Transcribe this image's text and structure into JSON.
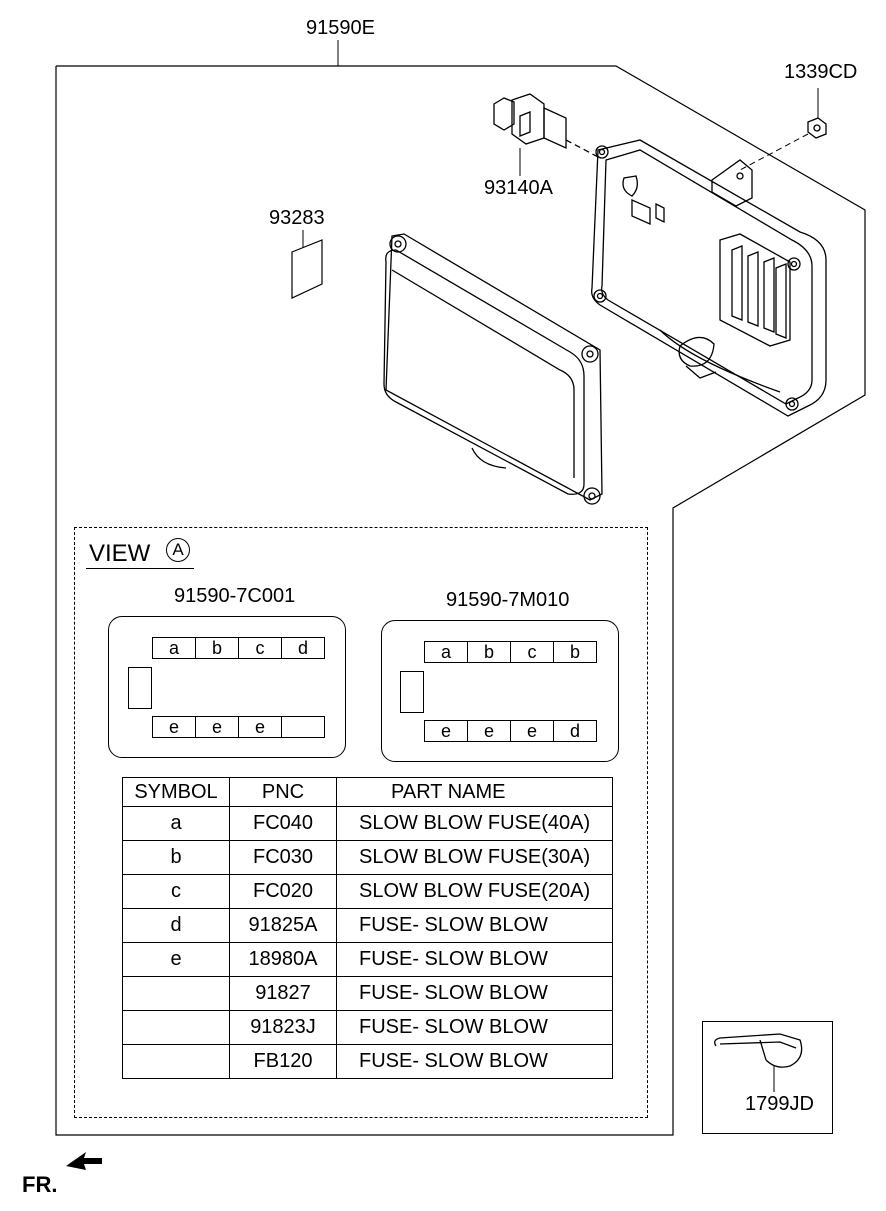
{
  "assembly": {
    "main_part_no": "91590E",
    "callouts": {
      "nut": "1339CD",
      "connector": "93140A",
      "label": "93283",
      "tie": "1799JD"
    },
    "front_label": "FR."
  },
  "view": {
    "title": "VIEW",
    "marker": "A",
    "panels": [
      {
        "part_no": "91590-7C001",
        "top": [
          "a",
          "b",
          "c",
          "d"
        ],
        "bottom": [
          "e",
          "e",
          "e",
          ""
        ]
      },
      {
        "part_no": "91590-7M010",
        "top": [
          "a",
          "b",
          "c",
          "b"
        ],
        "bottom": [
          "e",
          "e",
          "e",
          "d"
        ]
      }
    ]
  },
  "parts_table": {
    "headers": [
      "SYMBOL",
      "PNC",
      "PART NAME"
    ],
    "rows": [
      {
        "symbol": "a",
        "pnc": "FC040",
        "name": "SLOW BLOW FUSE(40A)"
      },
      {
        "symbol": "b",
        "pnc": "FC030",
        "name": "SLOW BLOW FUSE(30A)"
      },
      {
        "symbol": "c",
        "pnc": "FC020",
        "name": "SLOW BLOW FUSE(20A)"
      },
      {
        "symbol": "d",
        "pnc": "91825A",
        "name": "FUSE- SLOW BLOW"
      },
      {
        "symbol": "e",
        "pnc": "18980A",
        "name": "FUSE- SLOW BLOW"
      },
      {
        "symbol": "",
        "pnc": "91827",
        "name": "FUSE- SLOW BLOW"
      },
      {
        "symbol": "",
        "pnc": "91823J",
        "name": "FUSE- SLOW BLOW"
      },
      {
        "symbol": "",
        "pnc": "FB120",
        "name": "FUSE- SLOW BLOW"
      }
    ]
  }
}
